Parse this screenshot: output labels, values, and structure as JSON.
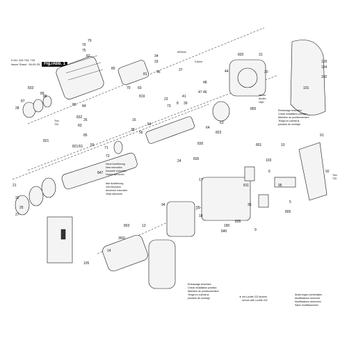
{
  "header": {
    "doc_number": "0 611 228 703, 743",
    "label_issue": "Issue/ Stand",
    "date": "06-09-25",
    "fig_label": "Fig./Abb. 1"
  },
  "scale_labels": {
    "diameter": "Ø20mm",
    "thickness": "0,5mm",
    "part": "37"
  },
  "notes": {
    "check_install_1": [
      "Einbaulage beachten",
      "Check installation position",
      "Attention au positionnement",
      "Tenga en cuenta la",
      "posición de montaje"
    ],
    "check_install_2": [
      "Einbaulage beachten",
      "Check installation position",
      "Attention au positionnement",
      "Tenga en cuenta la",
      "posición de montaje"
    ],
    "new_execution": [
      "Neue Ausführung",
      "New execution",
      "Nouvelle exécution",
      "Nueva ejecución"
    ],
    "old_execution": [
      "Alte Ausführung",
      "Old execution",
      "Ancienne exécution",
      "Vieja ejecución"
    ],
    "loctite": [
      "★ mit Loctite 222 sichern",
      "secure with Loctite 222"
    ],
    "rights": [
      "Änderungen vorbehalten",
      "Modifications reserved",
      "Modifications réservées",
      "Salvo modificaciones"
    ],
    "grease": [
      "alt/old",
      "ancien",
      "viejo"
    ],
    "torx1": [
      "Torx",
      "T20"
    ],
    "torx2": [
      "Torx",
      "T20"
    ]
  },
  "labels": [
    {
      "id": "l833",
      "text": "833"
    },
    {
      "id": "l89",
      "text": "89"
    },
    {
      "id": "l88",
      "text": "88"
    },
    {
      "id": "l87",
      "text": "87"
    },
    {
      "id": "l28",
      "text": "28"
    },
    {
      "id": "l86",
      "text": "86"
    },
    {
      "id": "l84",
      "text": "84"
    },
    {
      "id": "l832",
      "text": "832"
    },
    {
      "id": "l83",
      "text": "83"
    },
    {
      "id": "l85",
      "text": "85"
    },
    {
      "id": "l26",
      "text": "26"
    },
    {
      "id": "l79",
      "text": "79"
    },
    {
      "id": "l76",
      "text": "76"
    },
    {
      "id": "l75",
      "text": "75"
    },
    {
      "id": "l82",
      "text": "82"
    },
    {
      "id": "l80",
      "text": "80"
    },
    {
      "id": "l70",
      "text": "70"
    },
    {
      "id": "l60",
      "text": "60"
    },
    {
      "id": "l819",
      "text": "819"
    },
    {
      "id": "l81",
      "text": "81"
    },
    {
      "id": "l96",
      "text": "96"
    },
    {
      "id": "l34",
      "text": "34"
    },
    {
      "id": "l33",
      "text": "33"
    },
    {
      "id": "l44",
      "text": "44"
    },
    {
      "id": "l48",
      "text": "48"
    },
    {
      "id": "l820",
      "text": "820"
    },
    {
      "id": "l31",
      "text": "31"
    },
    {
      "id": "l30",
      "text": "30"
    },
    {
      "id": "l865",
      "text": "865"
    },
    {
      "id": "l23",
      "text": "23"
    },
    {
      "id": "l73",
      "text": "73"
    },
    {
      "id": "l8",
      "text": "8"
    },
    {
      "id": "l64",
      "text": "64"
    },
    {
      "id": "l823",
      "text": "823"
    },
    {
      "id": "l63",
      "text": "63"
    },
    {
      "id": "l830",
      "text": "830"
    },
    {
      "id": "l24",
      "text": "24"
    },
    {
      "id": "l826",
      "text": "826"
    },
    {
      "id": "l54",
      "text": "54"
    },
    {
      "id": "l56",
      "text": "56"
    },
    {
      "id": "l41",
      "text": "41"
    },
    {
      "id": "l39",
      "text": "39"
    },
    {
      "id": "l16",
      "text": "16"
    },
    {
      "id": "l38",
      "text": "38"
    },
    {
      "id": "l821",
      "text": "821"
    },
    {
      "id": "l821_01",
      "text": "821/01"
    },
    {
      "id": "l71",
      "text": "71"
    },
    {
      "id": "l72",
      "text": "72"
    },
    {
      "id": "l50",
      "text": "50"
    },
    {
      "id": "l847",
      "text": "847"
    },
    {
      "id": "l21",
      "text": "21"
    },
    {
      "id": "l22",
      "text": "22"
    },
    {
      "id": "l25",
      "text": "25"
    },
    {
      "id": "l27",
      "text": "27"
    },
    {
      "id": "l801",
      "text": "801"
    },
    {
      "id": "l13",
      "text": "13"
    },
    {
      "id": "l14",
      "text": "14"
    },
    {
      "id": "l3_60",
      "text": "3/60"
    },
    {
      "id": "l803",
      "text": "803"
    },
    {
      "id": "l94",
      "text": "94"
    },
    {
      "id": "l55",
      "text": "55"
    },
    {
      "id": "l18",
      "text": "18"
    },
    {
      "id": "l180",
      "text": "180"
    },
    {
      "id": "l840",
      "text": "840"
    },
    {
      "id": "l835",
      "text": "835"
    },
    {
      "id": "l9",
      "text": "9"
    },
    {
      "id": "l10",
      "text": "10"
    },
    {
      "id": "l100",
      "text": "100"
    },
    {
      "id": "l102",
      "text": "102"
    },
    {
      "id": "l103",
      "text": "103"
    },
    {
      "id": "l104",
      "text": "104"
    },
    {
      "id": "l105",
      "text": "105"
    },
    {
      "id": "l101",
      "text": "101"
    },
    {
      "id": "l811",
      "text": "811"
    },
    {
      "id": "l95",
      "text": "95"
    },
    {
      "id": "l5",
      "text": "5"
    },
    {
      "id": "l805",
      "text": "805"
    },
    {
      "id": "l91",
      "text": "91"
    },
    {
      "id": "l92",
      "text": "92"
    },
    {
      "id": "l17",
      "text": "17"
    },
    {
      "id": "l35",
      "text": "35"
    },
    {
      "id": "l6",
      "text": "6"
    },
    {
      "id": "l47",
      "text": "47"
    },
    {
      "id": "l46",
      "text": "46"
    }
  ]
}
